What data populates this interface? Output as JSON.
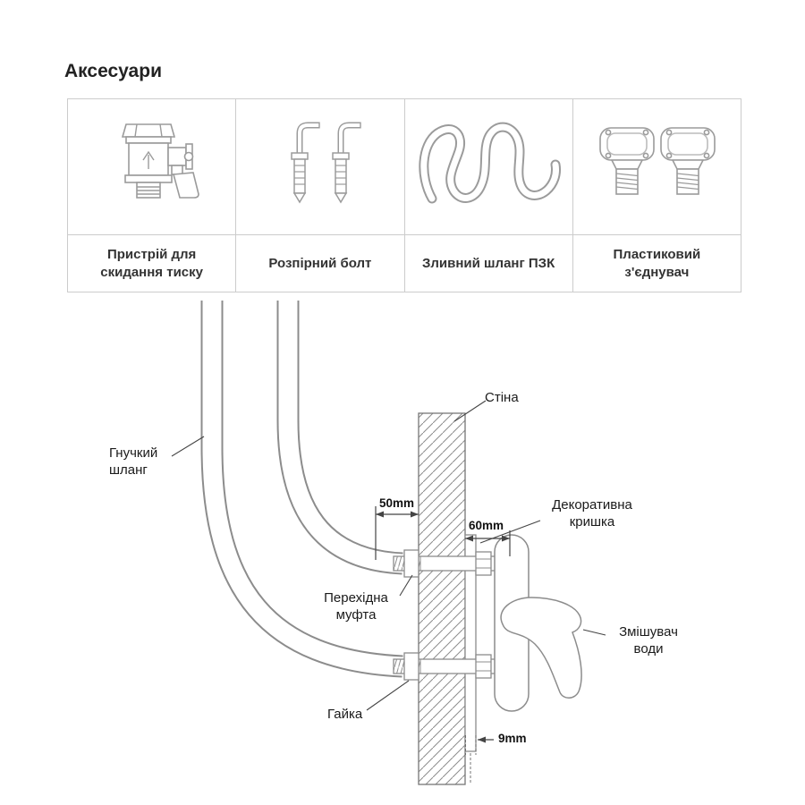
{
  "page": {
    "title": "Аксесуари"
  },
  "accessories": {
    "items": [
      {
        "label": "Пристрій для скидання тиску",
        "icon": "pressure-relief-valve-icon"
      },
      {
        "label": "Розпірний болт",
        "icon": "expansion-bolt-icon"
      },
      {
        "label": "Зливний шланг ПЗК",
        "icon": "drain-hose-icon"
      },
      {
        "label": "Пластиковий з'єднувач",
        "icon": "plastic-connector-icon"
      }
    ]
  },
  "diagram": {
    "labels": {
      "wall": "Стіна",
      "flexible_hose": "Гнучкий шланг",
      "decorative_cover": "Декоративна кришка",
      "adapter_coupling": "Перехідна муфта",
      "water_mixer": "Змішувач води",
      "nut": "Гайка"
    },
    "dims": {
      "d50": "50mm",
      "d60": "60mm",
      "d9": "9mm"
    }
  },
  "colors": {
    "line_gray": "#8c8c8c",
    "table_border": "#cccccc",
    "text": "#1a1a1a"
  }
}
